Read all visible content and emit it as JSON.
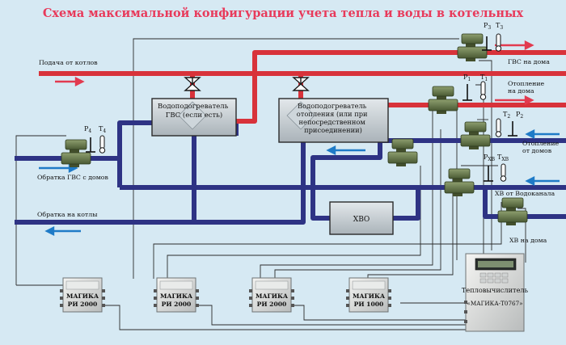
{
  "title": "Схема максимальной конфигурации учета тепла и воды в котельных",
  "colors": {
    "background": "#d6e9f3",
    "title": "#e83a5b",
    "supply_pipe": "#d8323a",
    "return_pipe": "#2e3384",
    "arrow_red": "#e23a4f",
    "arrow_blue": "#1f7bc7",
    "box_fill": "#c5ccd1",
    "meter_green": "#5b7040"
  },
  "pipes": {
    "supply_from_boilers": "Подача от котлов",
    "hot_water_to_house": "ГВС на дома",
    "heating_to_house": "Отопление\nна дома",
    "heating_from_house": "Отопление\nот домов",
    "hot_water_return": "Обратка ГВС с домов",
    "return_to_boilers": "Обратка на котлы",
    "cold_water_from_utility": "ХВ от Водоканала",
    "cold_water_to_house": "ХВ на дома"
  },
  "boxes": {
    "heater_hot_water": "Водоподогреватель\nГВС (если есть)",
    "heater_heating": "Водоподогреватель\nотопления (или при\nнепосредственном\nприсоединении)",
    "water_treatment": "ХВО"
  },
  "sensors": {
    "p3": "P",
    "p3_sub": "3",
    "t3": "T",
    "t3_sub": "3",
    "p1": "P",
    "p1_sub": "1",
    "t1": "T",
    "t1_sub": "1",
    "t2": "T",
    "t2_sub": "2",
    "p2": "P",
    "p2_sub": "2",
    "p4": "P",
    "p4_sub": "4",
    "t4": "T",
    "t4_sub": "4",
    "pxb": "P",
    "pxb_sub": "ХВ",
    "txb": "T",
    "txb_sub": "ХВ"
  },
  "meters": [
    {
      "line1": "МАГИКА",
      "line2": "РИ 2000"
    },
    {
      "line1": "МАГИКА",
      "line2": "РИ 2000"
    },
    {
      "line1": "МАГИКА",
      "line2": "РИ 2000"
    },
    {
      "line1": "МАГИКА",
      "line2": "РИ 1000"
    }
  ],
  "calculator": {
    "label": "Тепловычислитель",
    "model": "«МАГИКА-Т0767»"
  }
}
